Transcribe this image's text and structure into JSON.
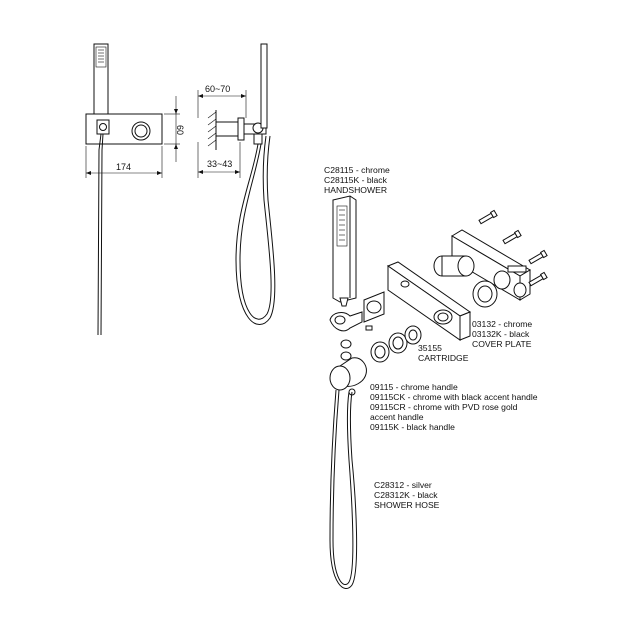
{
  "dimensions": {
    "width_total": "174",
    "height": "60",
    "depth_range": "60~70",
    "wall_range": "33~43"
  },
  "callouts": {
    "handshower": [
      "C28115 - chrome",
      "C28115K - black",
      "HANDSHOWER"
    ],
    "cover_plate": [
      "03132 - chrome",
      "03132K - black",
      "COVER PLATE"
    ],
    "cartridge": [
      "35155",
      "CARTRIDGE"
    ],
    "handle": [
      "09115 - chrome handle",
      "09115CK - chrome with black accent handle",
      "09115CR - chrome with PVD rose gold",
      "accent handle",
      "09115K - black handle"
    ],
    "hose": [
      "C28312 - silver",
      "C28312K - black",
      "SHOWER HOSE"
    ]
  }
}
